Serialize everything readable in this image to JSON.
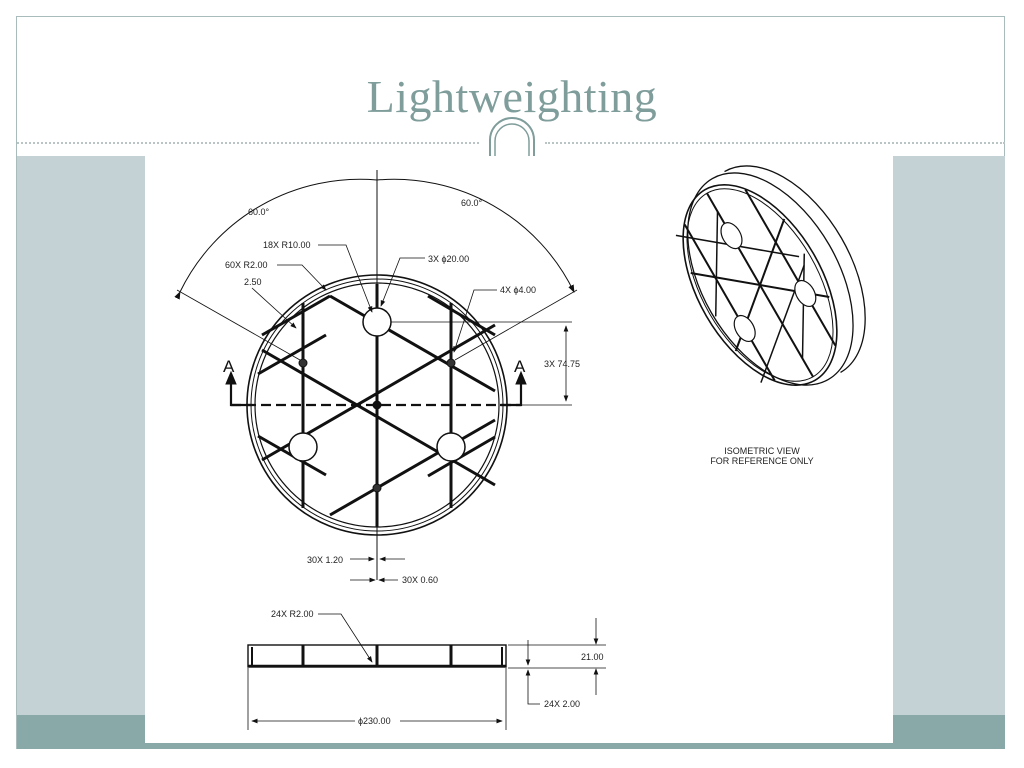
{
  "slide": {
    "title": "Lightweighting",
    "colors": {
      "title": "#7f9d9b",
      "frame_border": "#a9bcbc",
      "side_panels": "#c5d2d5",
      "bottom_band": "#88a9a7"
    }
  },
  "drawing": {
    "top_view": {
      "angle_left": "60.0°",
      "angle_right": "60.0°",
      "callouts": {
        "fillet_large": "18X R10.00",
        "fillet_small": "60X R2.00",
        "rim_width": "2.50",
        "center_holes": "3X ϕ20.00",
        "small_holes": "4X ϕ4.00",
        "spacing": "3X 74.75",
        "rib_width": "30X 1.20",
        "rib_offset": "30X 0.60"
      },
      "section_marker_left": "A",
      "section_marker_right": "A"
    },
    "section_view": {
      "fillet": "24X R2.00",
      "height": "21.00",
      "face_thickness": "24X 2.00",
      "diameter": "ϕ230.00"
    },
    "isometric_view": {
      "caption_line1": "ISOMETRIC VIEW",
      "caption_line2": "FOR REFERENCE ONLY"
    }
  }
}
